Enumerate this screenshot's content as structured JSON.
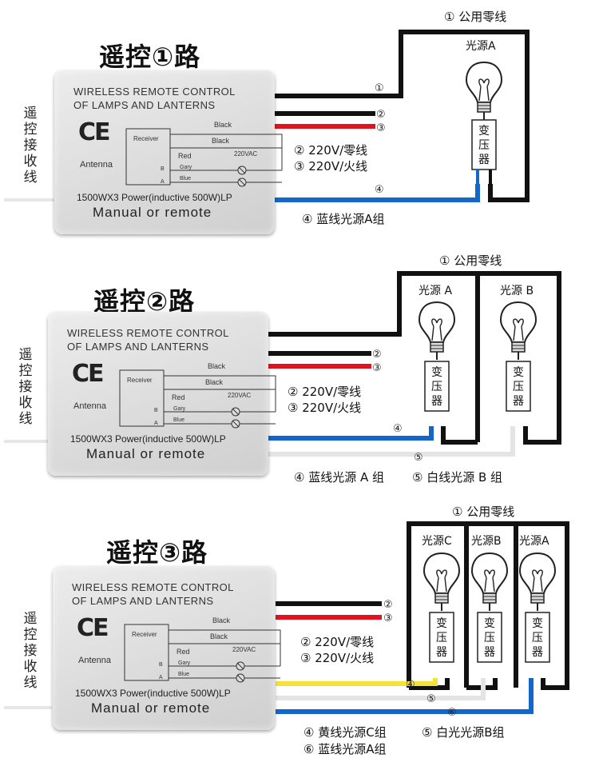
{
  "device": {
    "header_line1": "WIRELESS REMOTE CONTROL",
    "header_line2": "OF LAMPS AND LANTERNS",
    "ce": "CE",
    "antenna": "Antenna",
    "receiver": "Receiver",
    "black1": "Black",
    "black2": "Black",
    "red": "Red",
    "vac": "220VAC",
    "gary": "Gary",
    "blue": "Blue",
    "b": "B",
    "a": "A",
    "power": "1500WX3 Power(inductive 500W)LP",
    "manual": "Manual or remote"
  },
  "vertical_label": [
    "遥",
    "控",
    "接",
    "收",
    "线"
  ],
  "transformer_chars": [
    "变",
    "压",
    "器"
  ],
  "sections": [
    {
      "title": "遥控①路",
      "common_neutral": "① 公用零线",
      "notes": [
        "② 220V/零线",
        "③ 220V/火线"
      ],
      "legend": [
        "④ 蓝线光源A组"
      ],
      "lamps": [
        "光源A"
      ],
      "wire_numbers": [
        "①",
        "②",
        "③",
        "④"
      ]
    },
    {
      "title": "遥控②路",
      "common_neutral": "① 公用零线",
      "notes": [
        "② 220V/零线",
        "③ 220V/火线"
      ],
      "legend": [
        "④ 蓝线光源 A 组",
        "⑤ 白线光源 B 组"
      ],
      "lamps": [
        "光源 A",
        "光源 B"
      ],
      "wire_numbers": [
        "②",
        "③",
        "④",
        "⑤"
      ]
    },
    {
      "title": "遥控③路",
      "common_neutral": "① 公用零线",
      "notes": [
        "② 220V/零线",
        "③ 220V/火线"
      ],
      "legend": [
        "④ 黄线光源C组",
        "⑤ 白光光源B组",
        "⑥ 蓝线光源A组"
      ],
      "lamps": [
        "光源C",
        "光源B",
        "光源A"
      ],
      "wire_numbers": [
        "②",
        "③",
        "④",
        "⑤",
        "⑥"
      ]
    }
  ]
}
